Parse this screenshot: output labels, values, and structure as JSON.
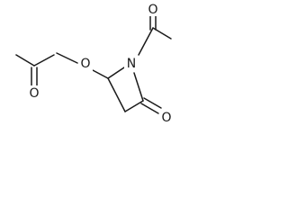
{
  "molecule": {
    "atoms": {
      "o_ketone": "O",
      "o_ester_carbonyl": "O",
      "o_ester": "O",
      "n_ring": "N",
      "o_lactam": "O"
    }
  },
  "colors": {
    "bond": "#1a1a1a",
    "background": "#ffffff"
  }
}
